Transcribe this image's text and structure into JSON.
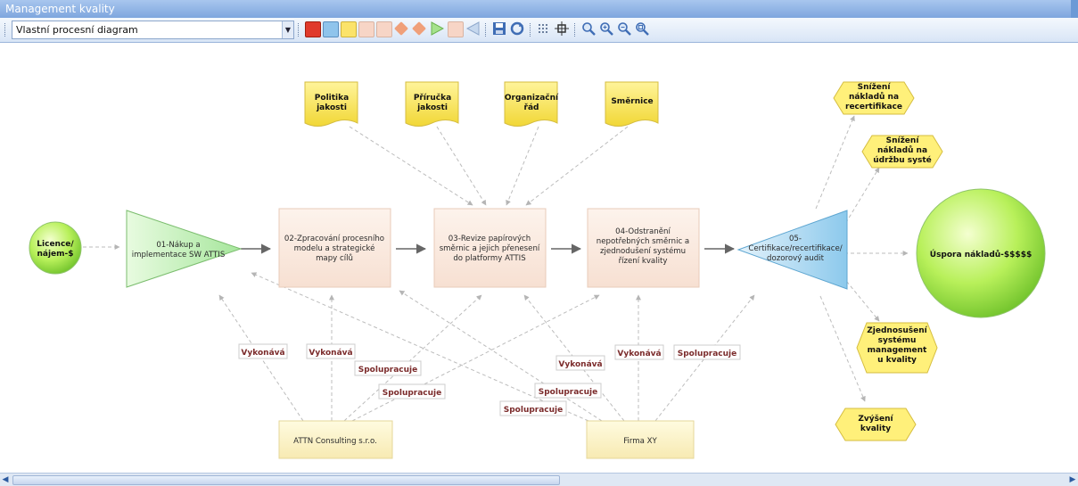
{
  "window": {
    "title": "Management kvality"
  },
  "toolbar": {
    "diagram_select": "Vlastní procesní diagram",
    "shape_colors": [
      "#e03a2b",
      "#8fc4ec",
      "#fbe36a",
      "#f7d5c6",
      "#f7d5c6",
      "#f0a07a",
      "#f0a07a",
      "#a5e28c",
      "#f7d5c6",
      "#c6d8ee"
    ]
  },
  "inputs": [
    {
      "id": "licence",
      "text": "Licence/\nnájem-$"
    }
  ],
  "documents": [
    {
      "id": "politika",
      "text": "Politika\njakosti"
    },
    {
      "id": "prirucka",
      "text": "Příručka\njakosti"
    },
    {
      "id": "organizacni",
      "text": "Organizační\nřád"
    },
    {
      "id": "smernice",
      "text": "Směrnice"
    }
  ],
  "processes": [
    {
      "id": "p01",
      "text": "01-Nákup a\nimplementace SW ATTIS"
    },
    {
      "id": "p02",
      "text": "02-Zpracování procesního\nmodelu a strategické\nmapy cílů"
    },
    {
      "id": "p03",
      "text": "03-Revize papírových\nsměrnic a jejich přenesení\ndo platformy ATTIS"
    },
    {
      "id": "p04",
      "text": "04-Odstranění\nnepotřebných směrnic a\nzjednodušení systému\nřízení kvality"
    },
    {
      "id": "p05",
      "text": "05-\nCertifikace/recertifikace/\ndozorový audit"
    }
  ],
  "outcome": {
    "text": "Úspora nákladů-$$$$$"
  },
  "benefits": [
    {
      "id": "b1",
      "text": "Snížení\nnákladů na\nrecertifikace"
    },
    {
      "id": "b2",
      "text": "Snížení\nnákladů na\núdržbu systé"
    },
    {
      "id": "b3",
      "text": "Zjednosušení\nsystému\nmanagement\nu kvality"
    },
    {
      "id": "b4",
      "text": "Zvýšení\nkvality"
    }
  ],
  "actors": [
    {
      "id": "attn",
      "text": "ATTN Consulting s.r.o."
    },
    {
      "id": "firma",
      "text": "Firma XY"
    }
  ],
  "relation_labels": [
    {
      "id": "r1",
      "text": "Vykonává"
    },
    {
      "id": "r2",
      "text": "Vykonává"
    },
    {
      "id": "r3",
      "text": "Spolupracuje"
    },
    {
      "id": "r4",
      "text": "Spolupracuje"
    },
    {
      "id": "r5",
      "text": "Vykonává"
    },
    {
      "id": "r6",
      "text": "Vykonává"
    },
    {
      "id": "r7",
      "text": "Spolupracuje"
    },
    {
      "id": "r8",
      "text": "Spolupracuje"
    },
    {
      "id": "r9",
      "text": "Spolupracuje"
    }
  ]
}
